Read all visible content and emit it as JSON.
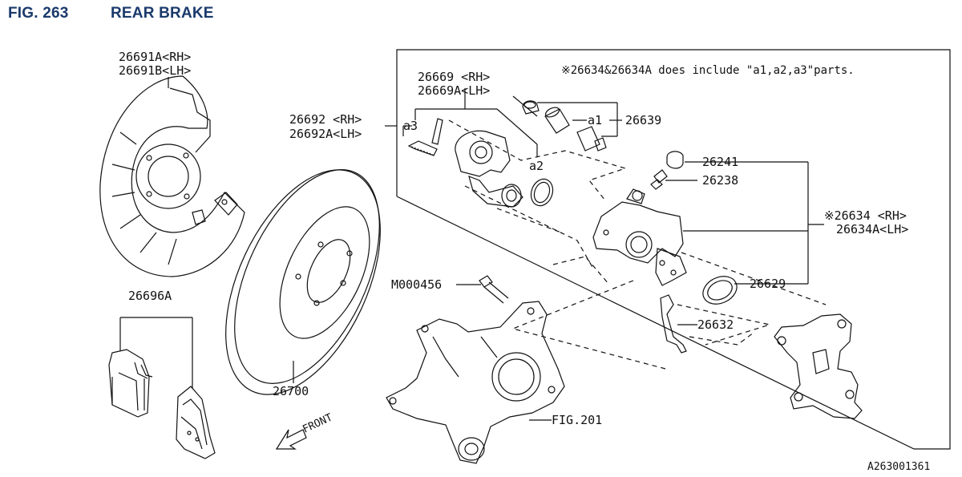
{
  "header": {
    "figure_number": "FIG. 263",
    "title": "REAR BRAKE"
  },
  "note": "※26634&26634A does include \"a1,a2,a3\"parts.",
  "labels": {
    "backing_plate_rh": "26691A<RH>",
    "backing_plate_lh": "26691B<LH>",
    "pads": "26696A",
    "rotor": "26700",
    "front_arrow": "FRONT",
    "bracket_rh": "26692 <RH>",
    "bracket_lh": "26692A<LH>",
    "bolt_kit_rh": "26669 <RH>",
    "bolt_kit_lh": "26669A<LH>",
    "a3": "a3",
    "a2": "a2",
    "a1": "a1",
    "pin_boot": "26639",
    "bleeder_cap": "26241",
    "bleeder_screw": "26238",
    "caliper_rh": "※26634 <RH>",
    "caliper_lh": "26634A<LH>",
    "piston_seal": "26629",
    "pad_clip": "26632",
    "bolt": "M000456",
    "knuckle": "FIG.201",
    "illustration_code": "A263001361"
  }
}
